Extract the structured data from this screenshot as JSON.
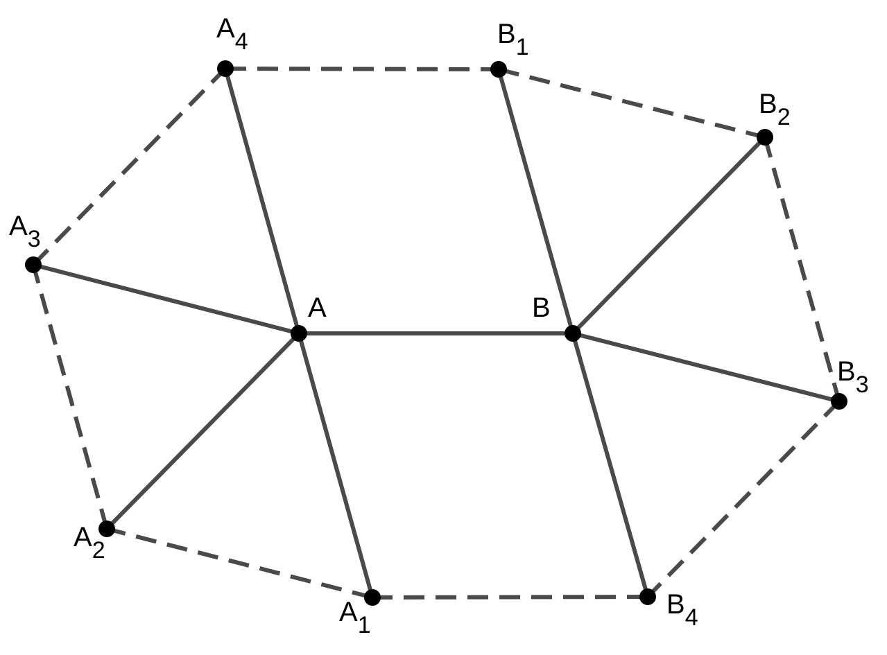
{
  "colors": {
    "edge": "#4a4a4a",
    "point": "#000000",
    "background": "#ffffff"
  },
  "points": {
    "A": {
      "main": "A",
      "sub": ""
    },
    "B": {
      "main": "B",
      "sub": ""
    },
    "A1": {
      "main": "A",
      "sub": "1"
    },
    "A2": {
      "main": "A",
      "sub": "2"
    },
    "A3": {
      "main": "A",
      "sub": "3"
    },
    "A4": {
      "main": "A",
      "sub": "4"
    },
    "B1": {
      "main": "B",
      "sub": "1"
    },
    "B2": {
      "main": "B",
      "sub": "2"
    },
    "B3": {
      "main": "B",
      "sub": "3"
    },
    "B4": {
      "main": "B",
      "sub": "4"
    }
  },
  "solid_edges": [
    [
      "A",
      "B"
    ],
    [
      "A",
      "A1"
    ],
    [
      "A",
      "A2"
    ],
    [
      "A",
      "A3"
    ],
    [
      "A",
      "A4"
    ],
    [
      "B",
      "B1"
    ],
    [
      "B",
      "B2"
    ],
    [
      "B",
      "B3"
    ],
    [
      "B",
      "B4"
    ]
  ],
  "dashed_edges": [
    [
      "A1",
      "A2"
    ],
    [
      "A2",
      "A3"
    ],
    [
      "A3",
      "A4"
    ],
    [
      "A4",
      "B1"
    ],
    [
      "B1",
      "B2"
    ],
    [
      "B2",
      "B3"
    ],
    [
      "B3",
      "B4"
    ],
    [
      "B4",
      "A1"
    ]
  ]
}
